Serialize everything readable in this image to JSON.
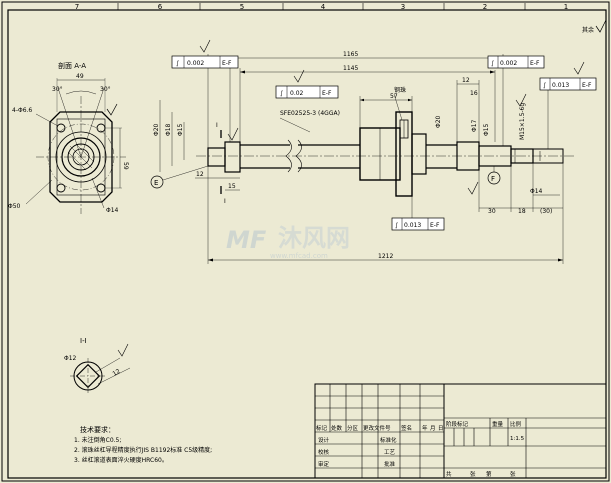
{
  "zones": [
    "7",
    "6",
    "5",
    "4",
    "3",
    "2",
    "1"
  ],
  "corner_note": "其余",
  "section_title": "剖面 A-A",
  "section_dims": {
    "top_width": "49",
    "angle_left": "30°",
    "angle_right": "30°",
    "hole": "Φ6.6",
    "height": "59",
    "circle_big": "Φ50",
    "circle_small": "Φ14",
    "count": "4-"
  },
  "overall_length": "1165",
  "screw_length": "1145",
  "total_length": "1212",
  "screw_model": "SFE02525-3 (4GGA)",
  "nut_label": "钢珠",
  "section_marker": "I",
  "datum_e": "E",
  "datum_f": "F",
  "tol_frames": [
    {
      "id": "left",
      "sym": "∫",
      "val": "0.002",
      "ref": "E-F"
    },
    {
      "id": "mid",
      "sym": "∫",
      "val": "0.02",
      "ref": "E-F"
    },
    {
      "id": "right",
      "sym": "∫",
      "val": "0.002",
      "ref": "E-F"
    },
    {
      "id": "far",
      "sym": "∫",
      "val": "0.013",
      "ref": "E-F"
    },
    {
      "id": "bottom",
      "sym": "∫",
      "val": "0.013",
      "ref": "E-F"
    }
  ],
  "dims": {
    "d57": "57",
    "d12a": "12",
    "d16": "16",
    "d12b": "12",
    "d15": "15",
    "d30": "30",
    "d18": "18",
    "d30p": "(30)",
    "phi14": "Φ14",
    "phi20": "Φ20",
    "phi15": "Φ15",
    "phi17": "Φ17",
    "thread": "M15×1.5-6g",
    "left_phi": [
      "Φ20",
      "Φ18",
      "Φ15"
    ]
  },
  "detail_title": "I-I",
  "detail_dims": {
    "phi": "Φ12",
    "size": "12"
  },
  "tech_title": "技术要求：",
  "tech_notes": [
    "1. 未注倒角C0.5;",
    "2. 滚珠丝杠导程精度执行JIS B1192标准   C5级精度;",
    "3. 丝杠滚道表面淬火硬度HRC60。"
  ],
  "watermark": {
    "text": "沐风网",
    "logo": "MF",
    "url": "www.mfcad.com"
  },
  "title_block": {
    "header_row": [
      "标记",
      "处数",
      "分区",
      "更改文件号",
      "签名",
      "年",
      "月",
      "日"
    ],
    "labels": [
      "设计",
      "标准化",
      "校核",
      "工艺",
      "审定",
      "批准"
    ],
    "right_headers": [
      "阶段标记",
      "重量",
      "比例"
    ],
    "scale": "1:1.5",
    "bottom": [
      "共",
      "张",
      "第",
      "张"
    ]
  }
}
